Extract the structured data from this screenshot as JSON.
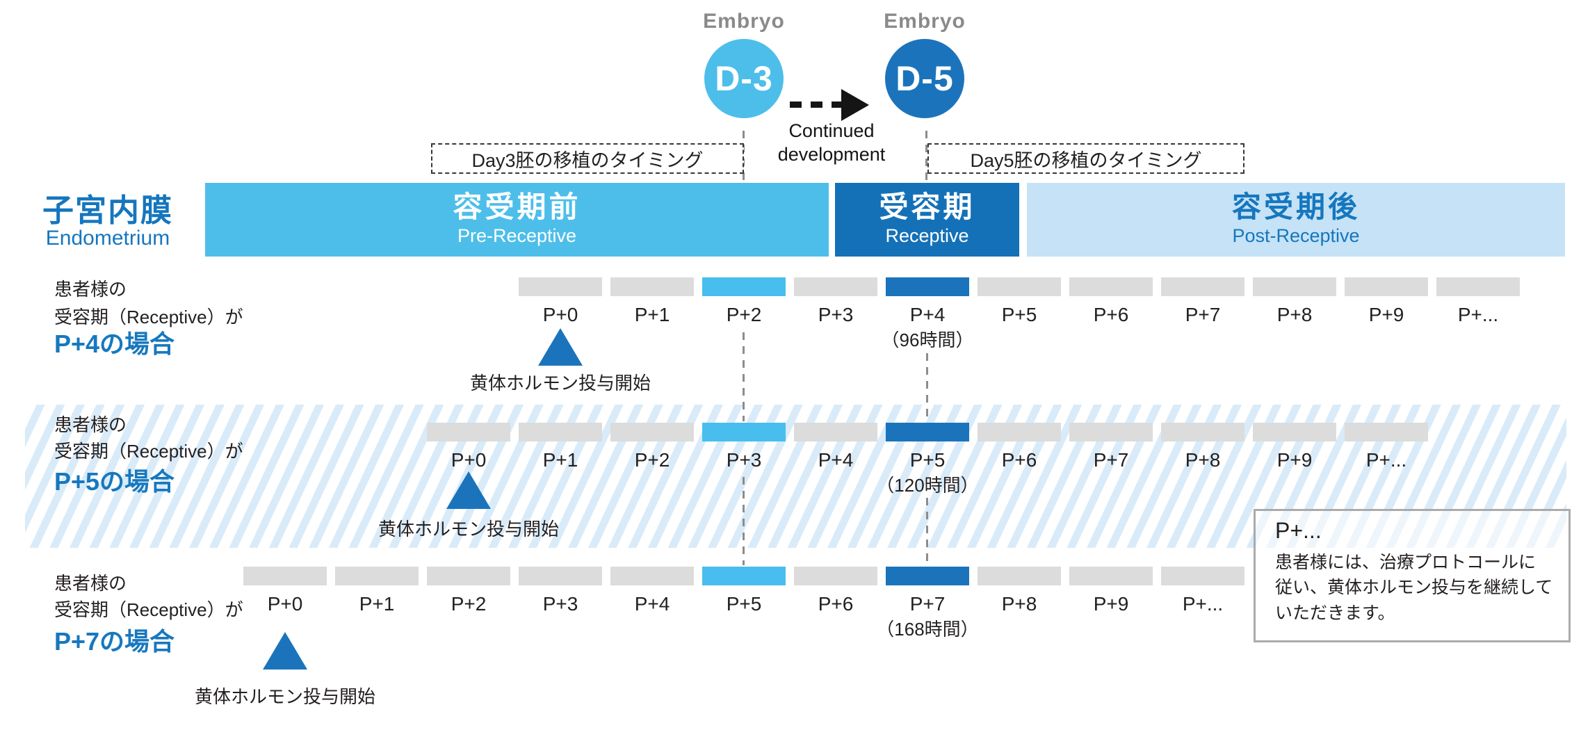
{
  "palette": {
    "light_blue": "#4DBEEA",
    "dark_blue": "#1B74BB",
    "receptive_blue": "#1471B8",
    "pale_blue": "#C5E2F6",
    "gray_bar": "#DCDCDC",
    "stripe_blue": "#D9EBF8",
    "blue_text": "#1577BE",
    "gray_text": "#8A8A8A"
  },
  "embryo": {
    "label_d3": "Embryo",
    "label_d5": "Embryo",
    "d3": "D-3",
    "d5": "D-5",
    "arrow_caption": "Continued\ndevelopment"
  },
  "timing_boxes": {
    "day3": "Day3胚の移植のタイミング",
    "day5": "Day5胚の移植のタイミング"
  },
  "endometrium": {
    "title_ja": "子宮内膜",
    "title_en": "Endometrium",
    "phases": [
      {
        "ja": "容受期前",
        "en": "Pre-Receptive"
      },
      {
        "ja": "受容期",
        "en": "Receptive"
      },
      {
        "ja": "容受期後",
        "en": "Post-Receptive"
      }
    ]
  },
  "rows": [
    {
      "caption_line1": "患者様の",
      "caption_line2": "受容期（Receptive）が",
      "caption_line3": "P+4の場合",
      "day_labels": [
        "P+0",
        "P+1",
        "P+2",
        "P+3",
        "P+4",
        "P+5",
        "P+6",
        "P+7",
        "P+8",
        "P+9",
        "P+..."
      ],
      "light_bar_index": 2,
      "dark_bar_index": 4,
      "hours_label": "（96時間）",
      "trigger_label": "黄体ホルモン投与開始"
    },
    {
      "caption_line1": "患者様の",
      "caption_line2": "受容期（Receptive）が",
      "caption_line3": "P+5の場合",
      "day_labels": [
        "P+0",
        "P+1",
        "P+2",
        "P+3",
        "P+4",
        "P+5",
        "P+6",
        "P+7",
        "P+8",
        "P+9",
        "P+..."
      ],
      "light_bar_index": 3,
      "dark_bar_index": 5,
      "hours_label": "（120時間）",
      "trigger_label": "黄体ホルモン投与開始"
    },
    {
      "caption_line1": "患者様の",
      "caption_line2": "受容期（Receptive）が",
      "caption_line3": "P+7の場合",
      "day_labels": [
        "P+0",
        "P+1",
        "P+2",
        "P+3",
        "P+4",
        "P+5",
        "P+6",
        "P+7",
        "P+8",
        "P+9",
        "P+..."
      ],
      "light_bar_index": 5,
      "dark_bar_index": 7,
      "hours_label": "（168時間）",
      "trigger_label": "黄体ホルモン投与開始"
    }
  ],
  "note": {
    "title": "P+...",
    "body": "患者様には、治療プロトコールに\n従い、黄体ホルモン投与を継続して\nいただきます。"
  }
}
